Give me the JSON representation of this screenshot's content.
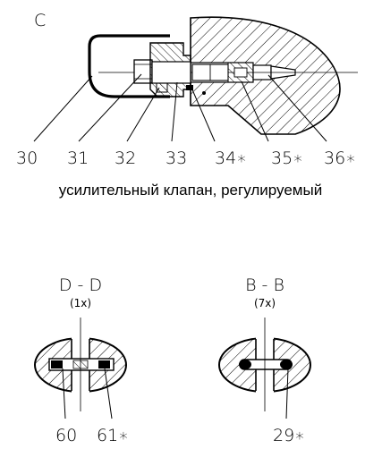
{
  "view_label": "C",
  "top_part_numbers": [
    "30",
    "31",
    "32",
    "33",
    "34∗",
    "35∗",
    "36∗"
  ],
  "caption": "усилительный клапан, регулируемый",
  "section_left": {
    "title": "D - D",
    "count": "(1x)",
    "parts": [
      "60",
      "61∗"
    ]
  },
  "section_right": {
    "title": "B - B",
    "count": "(7x)",
    "parts": [
      "29∗"
    ]
  }
}
